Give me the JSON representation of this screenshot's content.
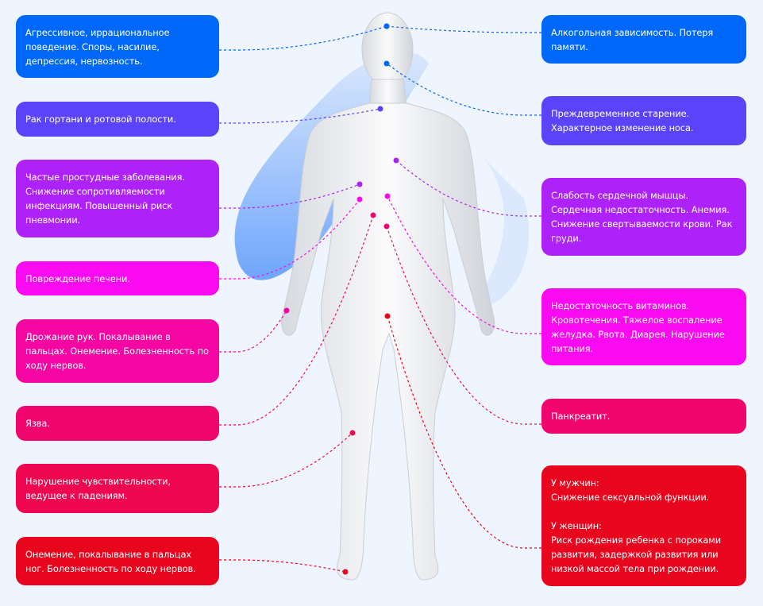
{
  "colors": {
    "blue": "#0068f8",
    "violet": "#5b43fa",
    "purple": "#ae22fa",
    "magenta": "#fa0af0",
    "pink": "#f406a2",
    "rose": "#f0066e",
    "crimson": "#ee0650",
    "red": "#e8061f"
  },
  "left": [
    {
      "text": "Агрессивное, иррациональное поведение. Споры, насилие, депрессия, нервозность."
    },
    {
      "text": "Рак гортани и ротовой полости."
    },
    {
      "text": "Частые простудные заболевания. Снижение сопротивляемости инфекциям. Повышенный риск пневмонии."
    },
    {
      "text": "Повреждение печени."
    },
    {
      "text": "Дрожание рук. Покалывание в пальцах. Онемение. Болезненность по ходу нервов."
    },
    {
      "text": "Язва."
    },
    {
      "text": "Нарушение чувствительности, ведущее к падениям."
    },
    {
      "text": "Онемение, покалывание в пальцах ног. Болезненность по ходу нервов."
    }
  ],
  "right": [
    {
      "text": "Алкогольная зависимость. Потеря памяти."
    },
    {
      "text": "Преждевременное старение. Характерное изменение носа."
    },
    {
      "text": "Слабость сердечной мышцы. Сердечная недостаточность. Анемия. Снижение свертываемости крови. Рак груди."
    },
    {
      "text": "Недостаточность витаминов. Кровотечения. Тяжелое воспаление желудка. Рвота. Диарея. Нарушение питания."
    },
    {
      "text": "Панкреатит."
    },
    {
      "text": "У мужчин:\nСнижение сексуальной функции.\n\nУ женщин:\nРиск рождения ребенка с пороками развития, задержкой развития или низкой массой тела при рождении."
    }
  ]
}
